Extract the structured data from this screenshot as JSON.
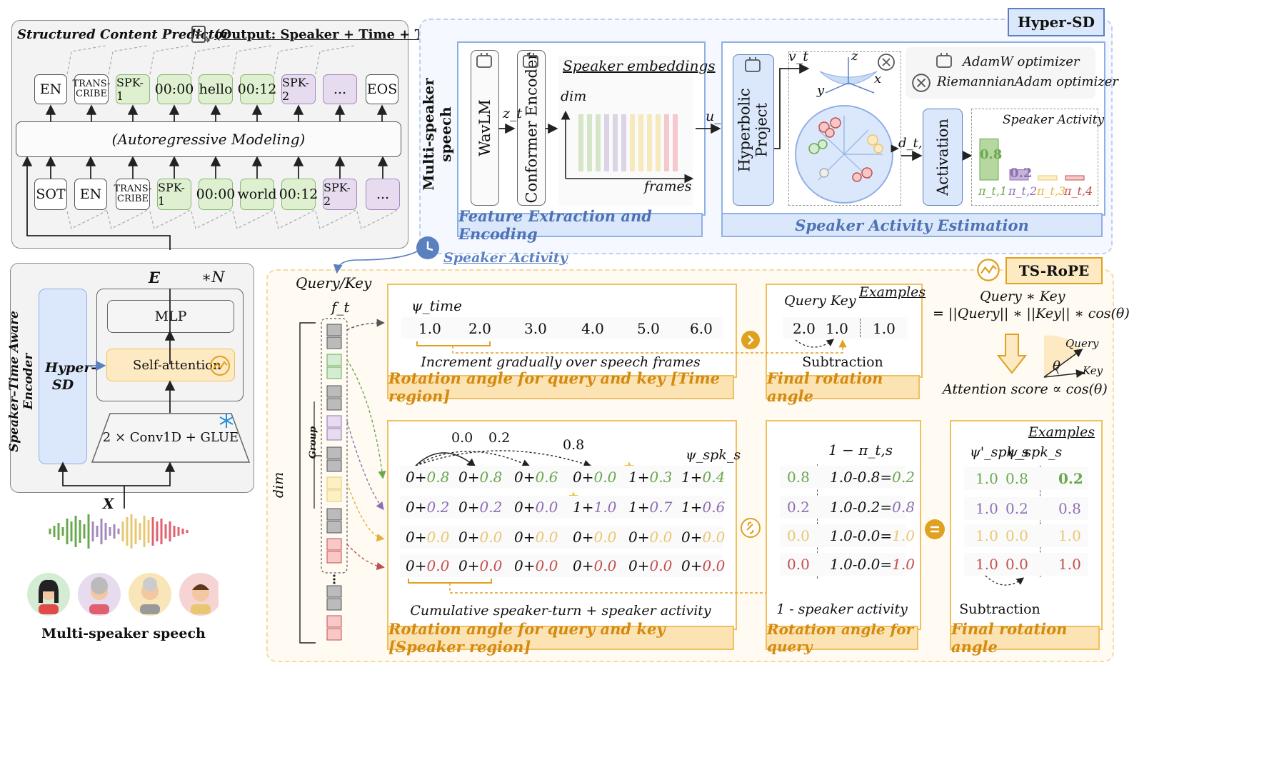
{
  "predictor": {
    "title": "Structured Content Predictor",
    "output_label": "(Output: Speaker + Time + Text)",
    "autoregressive": "(Autoregressive Modeling)",
    "outputs": [
      "EN",
      "TRANS-CRIBE",
      "SPK-1",
      "00:00",
      "hello",
      "00:12",
      "SPK-2",
      "...",
      "EOS"
    ],
    "inputs": [
      "SOT",
      "EN",
      "TRANS-CRIBE",
      "SPK-1",
      "00:00",
      "world",
      "00:12",
      "SPK-2",
      "..."
    ]
  },
  "encoder": {
    "side_label": "Speaker–Time Aware Encoder",
    "e_label": "E",
    "n_label": "∗N",
    "hyper_sd": "Hyper-SD",
    "mlp": "MLP",
    "self_attention": "Self-attention",
    "conv": "2 × Conv1D + GLUE",
    "x_label": "X"
  },
  "multi_speaker": "Multi-speaker speech",
  "hypersd": {
    "badge": "Hyper-SD",
    "side_label": "Multi-speaker speech",
    "wavlm": "WavLM",
    "conformer": "Conformer Encoder",
    "zt": "z_t",
    "speaker_embeddings": "Speaker embeddings",
    "dim": "dim",
    "frames": "frames",
    "ut": "u_t",
    "hyperbolic": "Hyperbolic Project",
    "vt": "v_t",
    "axis_z": "z",
    "axis_x": "x",
    "axis_y": "y",
    "dtn": "d_t,n",
    "activation": "Activation",
    "adamw": "AdamW optimizer",
    "riemannian": "RiemannianAdam optimizer",
    "speaker_activity": "Speaker Activity",
    "activity_values": [
      "0.8",
      "0.2"
    ],
    "pi_labels": [
      "π_t,1",
      "π_t,2",
      "π_t,3",
      "π_t,4"
    ],
    "label_feature": "Feature Extraction and Encoding",
    "label_activity": "Speaker Activity Estimation"
  },
  "tsrope": {
    "badge": "TS-RoPE",
    "speaker_activity_link": "Speaker Activity",
    "query_key": "Query/Key",
    "ft": "f_t",
    "dim": "dim",
    "group": "Group",
    "psi_time": "ψ_time",
    "time_values": [
      "1.0",
      "2.0",
      "3.0",
      "4.0",
      "5.0",
      "6.0"
    ],
    "increment": "Increment gradually over speech frames",
    "label_time": "Rotation angle for query and key  [Time region]",
    "examples": "Examples",
    "query": "Query",
    "key": "Key",
    "ex_time": [
      "2.0",
      "1.0",
      "1.0"
    ],
    "subtraction": "Subtraction",
    "label_final": "Final rotation angle",
    "formula1": "Query ∗ Key",
    "formula2": "= ||Query|| ∗ ||Key|| ∗ cos(θ)",
    "angle_query": "Query",
    "angle_key": "Key",
    "theta": "θ",
    "attention": "Attention score ∝ cos(θ)",
    "arc_values": [
      "0.0",
      "0.2",
      "0.8"
    ],
    "psi_spk": "ψ_spk_s",
    "spk_rows": [
      [
        "0+0.8",
        "0+0.8",
        "0+0.6",
        "0+0.0",
        "1+0.3",
        "1+0.4"
      ],
      [
        "0+0.2",
        "0+0.2",
        "0+0.0",
        "1+1.0",
        "1+0.7",
        "1+0.6"
      ],
      [
        "0+0.0",
        "0+0.0",
        "0+0.0",
        "0+0.0",
        "0+0.0",
        "0+0.0"
      ],
      [
        "0+0.0",
        "0+0.0",
        "0+0.0",
        "0+0.0",
        "0+0.0",
        "0+0.0"
      ]
    ],
    "cumulative": "Cumulative speaker-turn + speaker activity",
    "label_speaker": "Rotation angle for query and key [Speaker  region]",
    "one_minus": "1 − π_t,s",
    "pi_vals": [
      "0.8",
      "0.2",
      "0.0",
      "0.0"
    ],
    "calc": [
      "1.0-0.8=0.2",
      "1.0-0.2=0.8",
      "1.0-0.0=1.0",
      "1.0-0.0=1.0"
    ],
    "one_minus_label": "1 - speaker activity",
    "label_query": "Rotation angle for query",
    "examples2": "Examples",
    "psi_prime": "ψ'_spk_s",
    "psi_spk2": "ψ_spk_s",
    "ex_rows": [
      [
        "1.0",
        "0.8",
        "0.2"
      ],
      [
        "1.0",
        "0.2",
        "0.8"
      ],
      [
        "1.0",
        "0.0",
        "1.0"
      ],
      [
        "1.0",
        "0.0",
        "1.0"
      ]
    ],
    "subtraction2": "Subtraction",
    "label_final2": "Final rotation angle"
  },
  "colors": {
    "green": "#6aa84f",
    "purple": "#8e6fb3",
    "yellow": "#e8c770",
    "red": "#c0504d",
    "blue_label": "#4f72b5",
    "orange_label": "#d48a10"
  }
}
